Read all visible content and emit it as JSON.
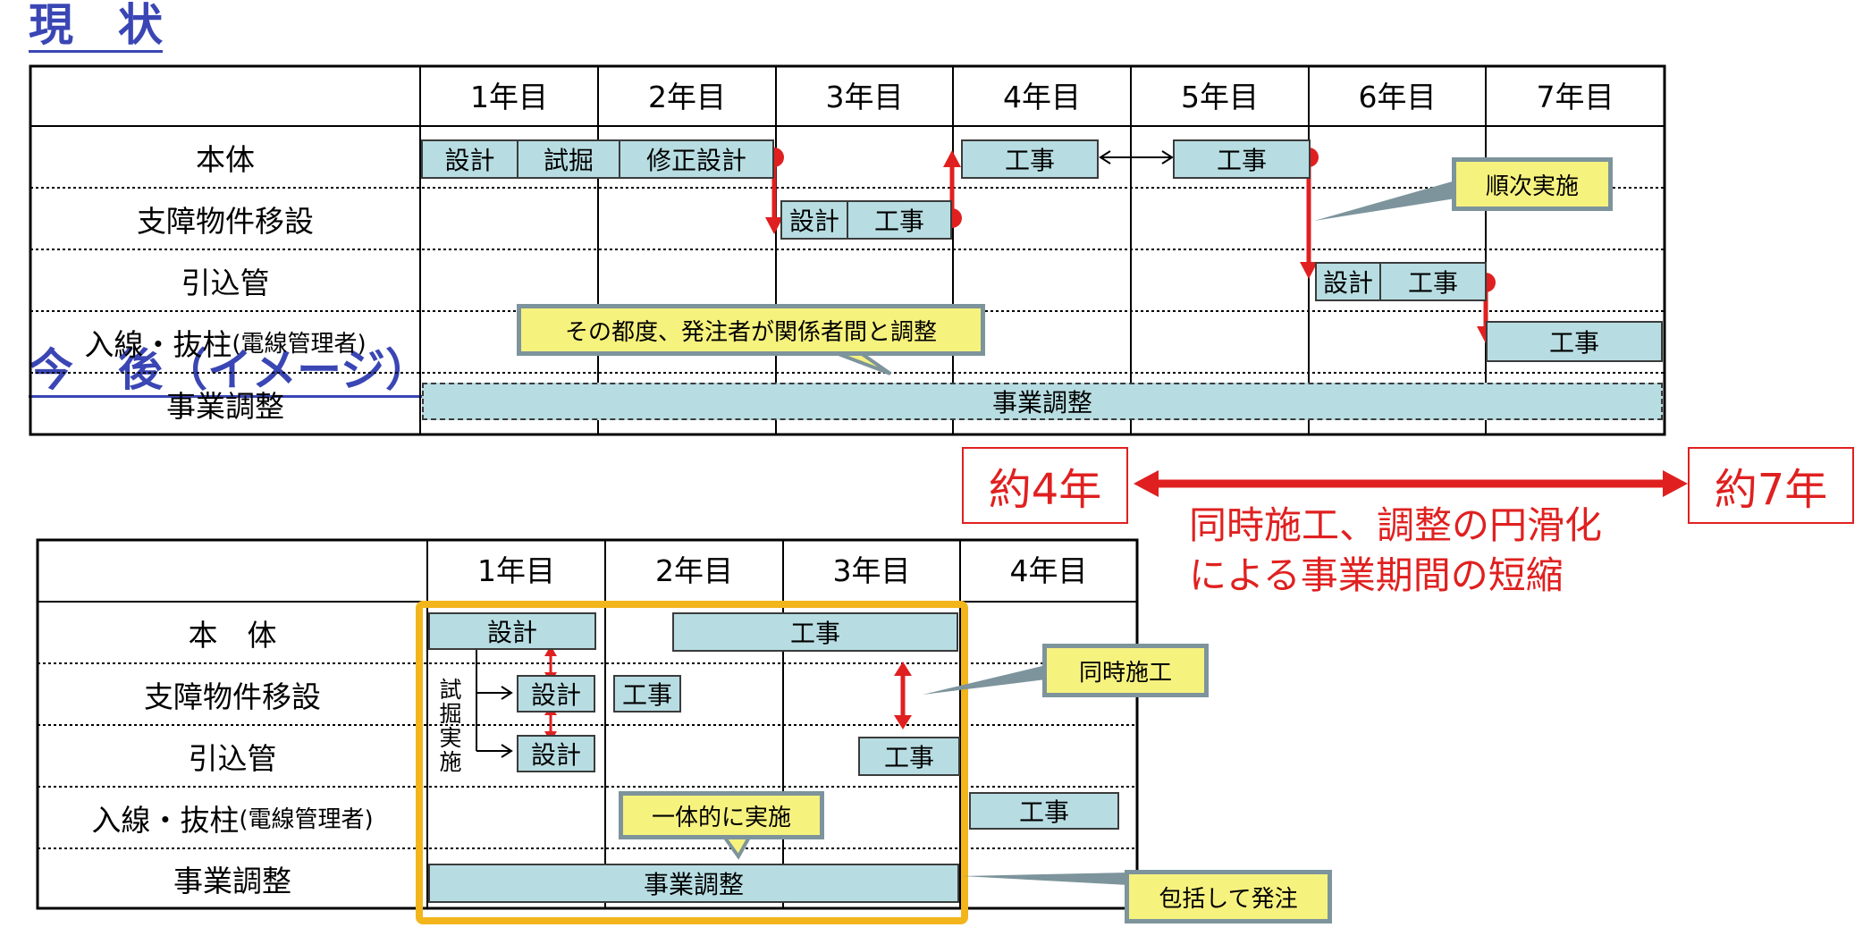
{
  "current": {
    "heading": "現　状",
    "columns": [
      "1年目",
      "2年目",
      "3年目",
      "4年目",
      "5年目",
      "6年目",
      "7年目"
    ],
    "rows": {
      "hontai": "本体",
      "shisho": "支障物件移設",
      "hikikomi": "引込管",
      "nyusen": "入線・抜柱",
      "nyusen_small": "(電線管理者)",
      "jigyo": "事業調整"
    },
    "bars": {
      "sekkei": "設計",
      "shikutsu": "試掘",
      "shusei": "修正設計",
      "koji": "工事",
      "jigyo": "事業調整"
    },
    "callouts": {
      "junji": "順次実施",
      "sonotsudo": "その都度、発注者が関係者間と調整"
    }
  },
  "future": {
    "heading": "今　後（イメージ）",
    "columns": [
      "1年目",
      "2年目",
      "3年目",
      "4年目"
    ],
    "rows": {
      "hontai": "本　体",
      "shisho": "支障物件移設",
      "hikikomi": "引込管",
      "nyusen": "入線・抜柱",
      "nyusen_small": "(電線管理者)",
      "jigyo": "事業調整"
    },
    "bars": {
      "sekkei": "設計",
      "koji": "工事",
      "jigyo": "事業調整"
    },
    "vertical_note": [
      "試",
      "掘",
      "実",
      "施"
    ],
    "callouts": {
      "doji": "同時施工",
      "ittai": "一体的に実施",
      "hokatsu": "包括して発注"
    }
  },
  "comparison": {
    "left": "約4年",
    "right": "約7年",
    "message_line1": "同時施工、調整の円滑化",
    "message_line2": "による事業期間の短縮"
  },
  "colors": {
    "heading": "#3a46b4",
    "bar_fill": "#b7dde2",
    "callout_fill": "#f6f27e",
    "callout_border": "#7d949c",
    "accent_red": "#e02020",
    "highlight_frame": "#f2b51c"
  }
}
